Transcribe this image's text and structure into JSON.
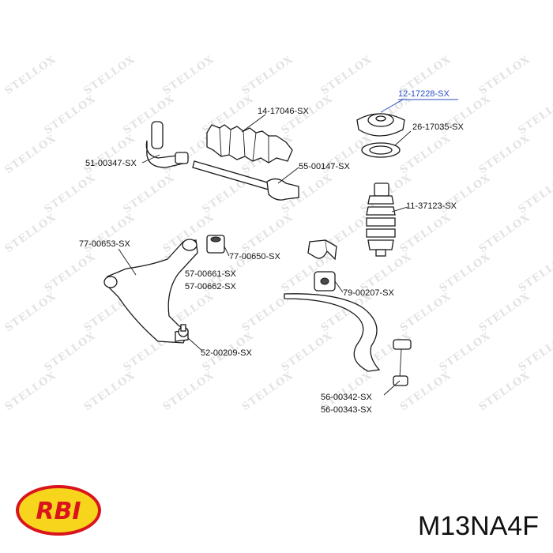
{
  "watermark_text": "STELLOX",
  "brand_logo_text": "RBI",
  "part_code": "M13NA4F",
  "colors": {
    "accent_blue": "#2a4fc7",
    "logo_red": "#d9141c",
    "logo_yellow": "#f7d51d"
  },
  "labels": {
    "upper_mount": "12-17228-SX",
    "dust_boot": "14-17046-SX",
    "bearing": "26-17035-SX",
    "tie_rod_end": "51-00347-SX",
    "inner_tie_rod": "55-00147-SX",
    "bump_stop": "11-37123-SX",
    "control_arm": "77-00653-SX",
    "bushing_a": "77-00650-SX",
    "bushing_b": "57-00661-SX",
    "bushing_c": "57-00662-SX",
    "stab_bushing": "79-00207-SX",
    "ball_joint": "52-00209-SX",
    "link_a": "56-00342-SX",
    "link_b": "56-00343-SX"
  }
}
